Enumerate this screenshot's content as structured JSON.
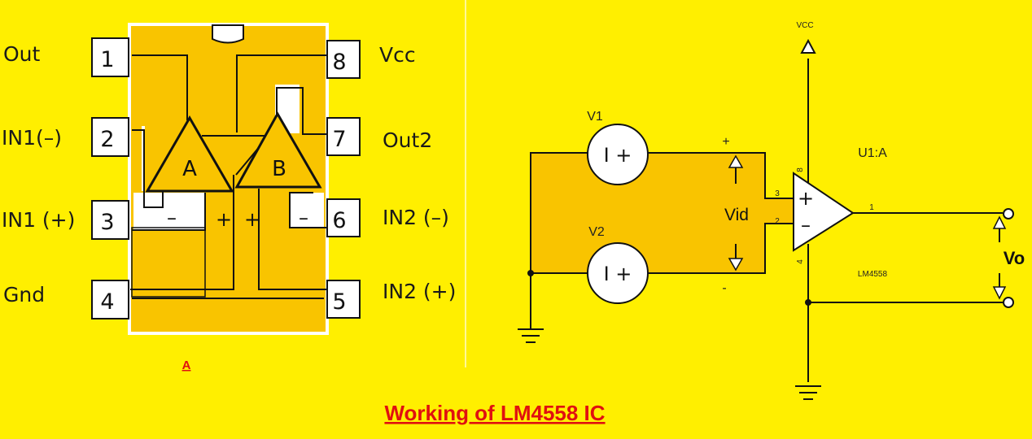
{
  "colors": {
    "background": "#ffef00",
    "chip_fill": "#f9c400",
    "accent_text": "#e01010"
  },
  "ic_pinout": {
    "pins_left": [
      {
        "number": "1",
        "label": "Out"
      },
      {
        "number": "2",
        "label": "IN1(–)"
      },
      {
        "number": "3",
        "label": "IN1 (+)"
      },
      {
        "number": "4",
        "label": "Gnd"
      }
    ],
    "pins_right": [
      {
        "number": "8",
        "label": "Vcc"
      },
      {
        "number": "7",
        "label": "Out2"
      },
      {
        "number": "6",
        "label": "IN2 (–)"
      },
      {
        "number": "5",
        "label": "IN2 (+)"
      }
    ],
    "amp_a": "A",
    "amp_b": "B",
    "sign_minus": "–",
    "sign_plus": "+",
    "figure_tag": "A"
  },
  "schematic": {
    "vcc_label": "VCC",
    "v1_label": "V1",
    "v2_label": "V2",
    "source_glyph": "I +",
    "plus_label": "+",
    "minus_label": "-",
    "vid_label": "Vid",
    "pin3": "3",
    "pin2": "2",
    "pin8": "8",
    "pin4": "4",
    "pin1": "1",
    "opamp_plus": "+",
    "opamp_minus": "–",
    "part_ref": "U1:A",
    "part_name": "LM4558",
    "vo_label": "Vo"
  },
  "caption": "Working of LM4558 IC"
}
